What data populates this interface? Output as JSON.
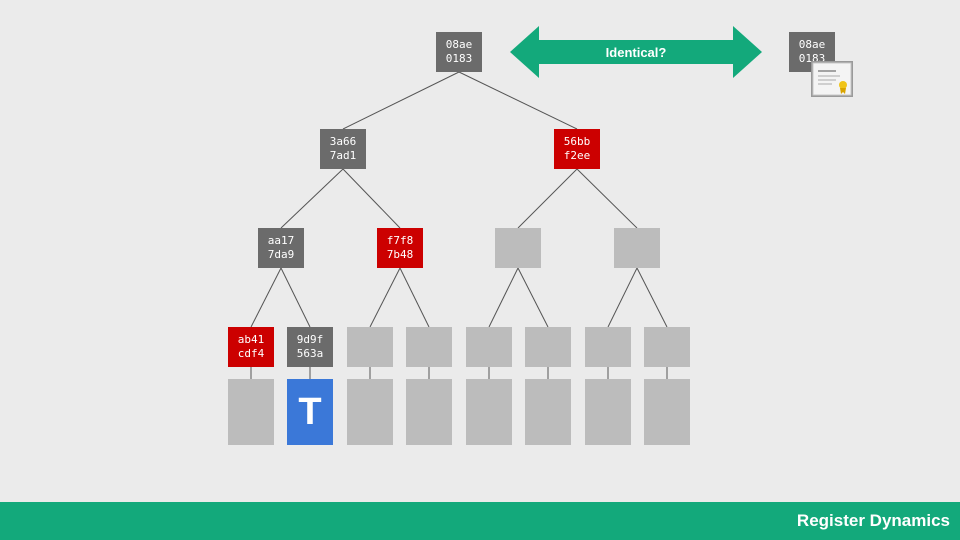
{
  "root": {
    "line1": "08ae",
    "line2": "0183",
    "color": "#6b6b6b"
  },
  "comparison": {
    "label": "Identical?",
    "color": "#13a97b"
  },
  "trusted_root": {
    "line1": "08ae",
    "line2": "0183"
  },
  "certificate_icon": "certificate-icon",
  "level1": [
    {
      "line1": "3a66",
      "line2": "7ad1",
      "status": "gray"
    },
    {
      "line1": "56bb",
      "line2": "f2ee",
      "status": "red"
    }
  ],
  "level2": [
    {
      "line1": "aa17",
      "line2": "7da9",
      "status": "gray"
    },
    {
      "line1": "f7f8",
      "line2": "7b48",
      "status": "red"
    },
    {
      "line1": "",
      "line2": "",
      "status": "empty"
    },
    {
      "line1": "",
      "line2": "",
      "status": "empty"
    }
  ],
  "level3": [
    {
      "line1": "ab41",
      "line2": "cdf4",
      "status": "red"
    },
    {
      "line1": "9d9f",
      "line2": "563a",
      "status": "gray"
    },
    {
      "line1": "",
      "line2": "",
      "status": "empty"
    },
    {
      "line1": "",
      "line2": "",
      "status": "empty"
    },
    {
      "line1": "",
      "line2": "",
      "status": "empty"
    },
    {
      "line1": "",
      "line2": "",
      "status": "empty"
    },
    {
      "line1": "",
      "line2": "",
      "status": "empty"
    },
    {
      "line1": "",
      "line2": "",
      "status": "empty"
    }
  ],
  "target_leaf": {
    "label": "T",
    "color": "#3b78d8"
  },
  "colors": {
    "gray": "#6b6b6b",
    "red": "#cc0000",
    "empty": "#bcbcbc",
    "edge": "#555555"
  },
  "footer": {
    "brand": "Register Dynamics",
    "color": "#13a97b"
  }
}
